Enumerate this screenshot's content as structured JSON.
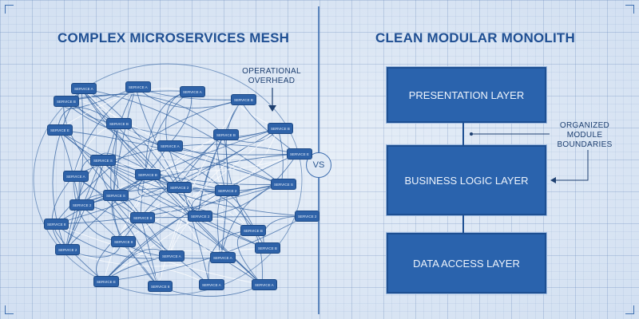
{
  "left_title": "COMPLEX MICROSERVICES MESH",
  "right_title": "CLEAN MODULAR MONOLITH",
  "vs_label": "VS",
  "left_annotation": "OPERATIONAL OVERHEAD",
  "right_annotation": "ORGANIZED MODULE BOUNDARIES",
  "layers": [
    "PRESENTATION LAYER",
    "BUSINESS LOGIC LAYER",
    "DATA ACCESS LAYER"
  ],
  "services": [
    "SERVICE A",
    "SERVICE A",
    "SERVICE A",
    "SERVICE B",
    "SERVICE B",
    "SERVICE B",
    "SERVICE B",
    "SERVICE A",
    "SERVICE B",
    "SERVICE E",
    "SERVICE S",
    "SERVICE B",
    "SERVICE A",
    "SERVICE S",
    "SERVICE 2",
    "SERVICE 2",
    "SERVICE S",
    "SERVICE 2",
    "SERVICE 8",
    "SERVICE 2",
    "SERVICE B",
    "SERVICE 2",
    "SERVICE 8",
    "SERVICE A",
    "SERVICE A",
    "SERVICE B",
    "SERVICE E",
    "SERVICE 8",
    "SERVICE A",
    "SERVICE A",
    "SERVICE 8",
    "SERVICE E",
    "SERVICE 2"
  ],
  "colors": {
    "accent": "#2a63ad",
    "line": "#2f5f9f",
    "background": "#dfe9f5"
  }
}
